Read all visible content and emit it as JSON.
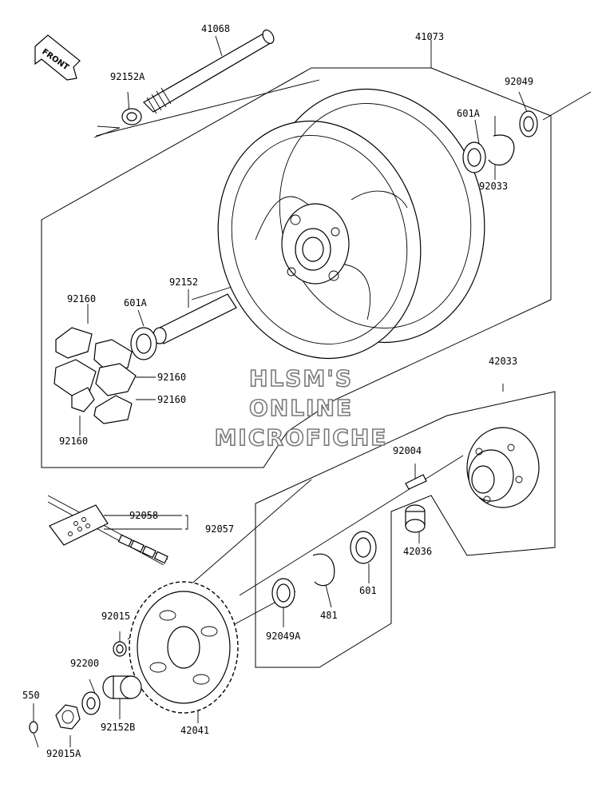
{
  "front_label": "FRONT",
  "watermark": [
    "HLSM'S",
    "ONLINE",
    "MICROFICHE"
  ],
  "part_labels": {
    "p41068": "41068",
    "p41073": "41073",
    "p92152A": "92152A",
    "p92049": "92049",
    "p601A_top": "601A",
    "p92033": "92033",
    "p92152": "92152",
    "p92160_a": "92160",
    "p601A_mid": "601A",
    "p92160_b": "92160",
    "p92160_c": "92160",
    "p92160_d": "92160",
    "p42033": "42033",
    "p92004": "92004",
    "p92058": "92058",
    "p92057": "92057",
    "p42036": "42036",
    "p601": "601",
    "p481": "481",
    "p92049A": "92049A",
    "p92015": "92015",
    "p92200": "92200",
    "p550": "550",
    "p92152B": "92152B",
    "p42041": "42041",
    "p92015A": "92015A"
  }
}
